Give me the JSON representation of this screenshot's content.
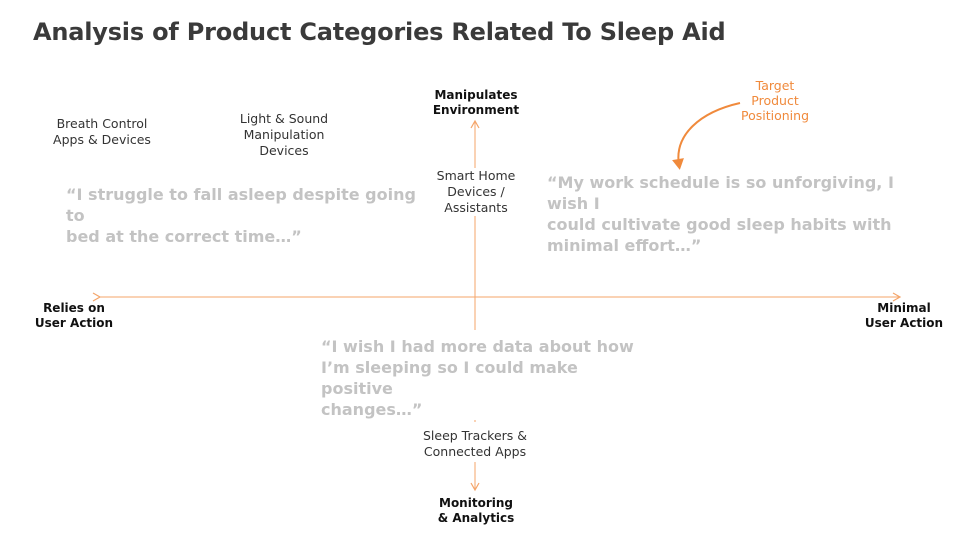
{
  "title": "Analysis of Product Categories Related To Sleep Aid",
  "colors": {
    "axis": "#f4a56a",
    "accent": "#f08a3c",
    "quote": "#c3c3c3"
  },
  "axes": {
    "top": {
      "line1": "Manipulates",
      "line2": "Environment"
    },
    "bottom": {
      "line1": "Monitoring",
      "line2": "& Analytics"
    },
    "left": {
      "line1": "Relies on",
      "line2": "User Action"
    },
    "right": {
      "line1": "Minimal",
      "line2": "User Action"
    }
  },
  "categories": {
    "breath": {
      "line1": "Breath Control",
      "line2": "Apps & Devices"
    },
    "light": {
      "line1": "Light & Sound",
      "line2": "Manipulation",
      "line3": "Devices"
    },
    "smarthome": {
      "line1": "Smart Home",
      "line2": "Devices /",
      "line3": "Assistants"
    },
    "trackers": {
      "line1": "Sleep Trackers &",
      "line2": "Connected Apps"
    }
  },
  "target": {
    "line1": "Target",
    "line2": "Product",
    "line3": "Positioning"
  },
  "quotes": {
    "left": {
      "line1": "“I struggle to fall asleep despite going to",
      "line2": "bed at the correct time…”"
    },
    "right": {
      "line1": "“My work schedule is so unforgiving, I wish I",
      "line2": "could cultivate good sleep habits with",
      "line3": "minimal effort…”"
    },
    "center": {
      "line1": "“I wish I had more data about how",
      "line2": "I’m sleeping so I could make positive",
      "line3": "changes…”"
    }
  }
}
